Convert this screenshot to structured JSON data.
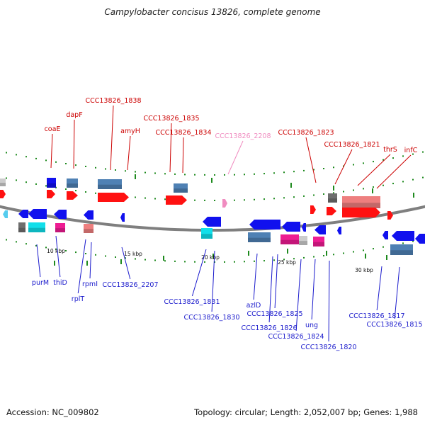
{
  "title": "Campylobacter concisus 13826, complete genome",
  "footer": {
    "accession": "Accession: NC_009802",
    "summary": "Topology: circular; Length: 2,052,007 bp; Genes: 1,988"
  },
  "colors": {
    "backbone": "#7f7f7f",
    "label_forward": "#cc0000",
    "label_forward_faded": "#f08cc0",
    "label_reverse": "#1a1acc",
    "tick": "#1e8a1e",
    "gene_forward": "#ff1111",
    "gene_reverse": "#1111ee",
    "gene_steel": "#4f81b4",
    "gene_pink": "#ee1c93",
    "gene_salmon": "#ee7f7f",
    "gene_cyan": "#11dfea",
    "gene_gray": "#6e6e6e"
  },
  "scale_labels": [
    "10 kbp",
    "15 kbp",
    "20 kbp",
    "25 kbp",
    "30 kbp"
  ],
  "gene_labels_top": [
    "coaE",
    "dapF",
    "CCC13826_1838",
    "amyH",
    "CCC13826_1835",
    "CCC13826_1834",
    "CCC13826_2208",
    "CCC13826_1823",
    "CCC13826_1821",
    "thrS",
    "infC"
  ],
  "gene_labels_bottom": [
    "purM",
    "thiD",
    "rplT",
    "rpmI",
    "CCC13826_2207",
    "CCC13826_1831",
    "CCC13826_1830",
    "azlD",
    "CCC13826_1825",
    "CCC13826_1826",
    "ung",
    "CCC13826_1824",
    "CCC13826_1820",
    "CCC13826_1817",
    "CCC13826_1815"
  ]
}
